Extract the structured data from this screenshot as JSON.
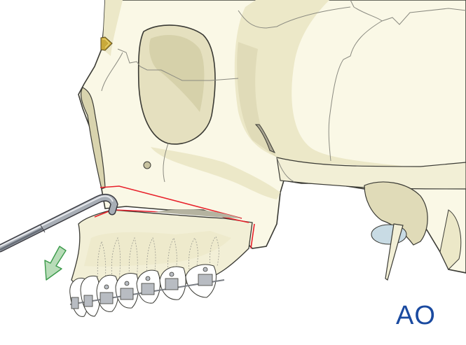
{
  "figure": {
    "subject": "Lateral skull with maxillary osteotomy and down-fracture hook",
    "logo_text": "AO",
    "elements": {
      "skull": "skull-illustration",
      "osteotomy_lines": "red-osteotomy-lines",
      "hook_instrument": "bone-hook",
      "direction_arrow": "green-arrow-down-left",
      "orthodontic_braces": "braces-on-teeth",
      "fixation_pin": "gold-reference-pin"
    },
    "colors": {
      "bone_light": "#faf8e6",
      "bone_mid": "#ece8c8",
      "bone_shadow": "#d9d4ae",
      "bone_dark": "#c8c3a0",
      "outline": "#3a3a34",
      "suture": "#8a8a80",
      "osteotomy": "#e8202a",
      "arrow_fill": "#b8dcb8",
      "arrow_stroke": "#3a9a4a",
      "hook_metal": "#9aa0a8",
      "pin_gold": "#c9a93a",
      "tooth": "#ffffff",
      "bracket": "#8c9096",
      "cartilage_blue": "#c8dbe4",
      "logo_blue": "#1a4aa0"
    }
  }
}
